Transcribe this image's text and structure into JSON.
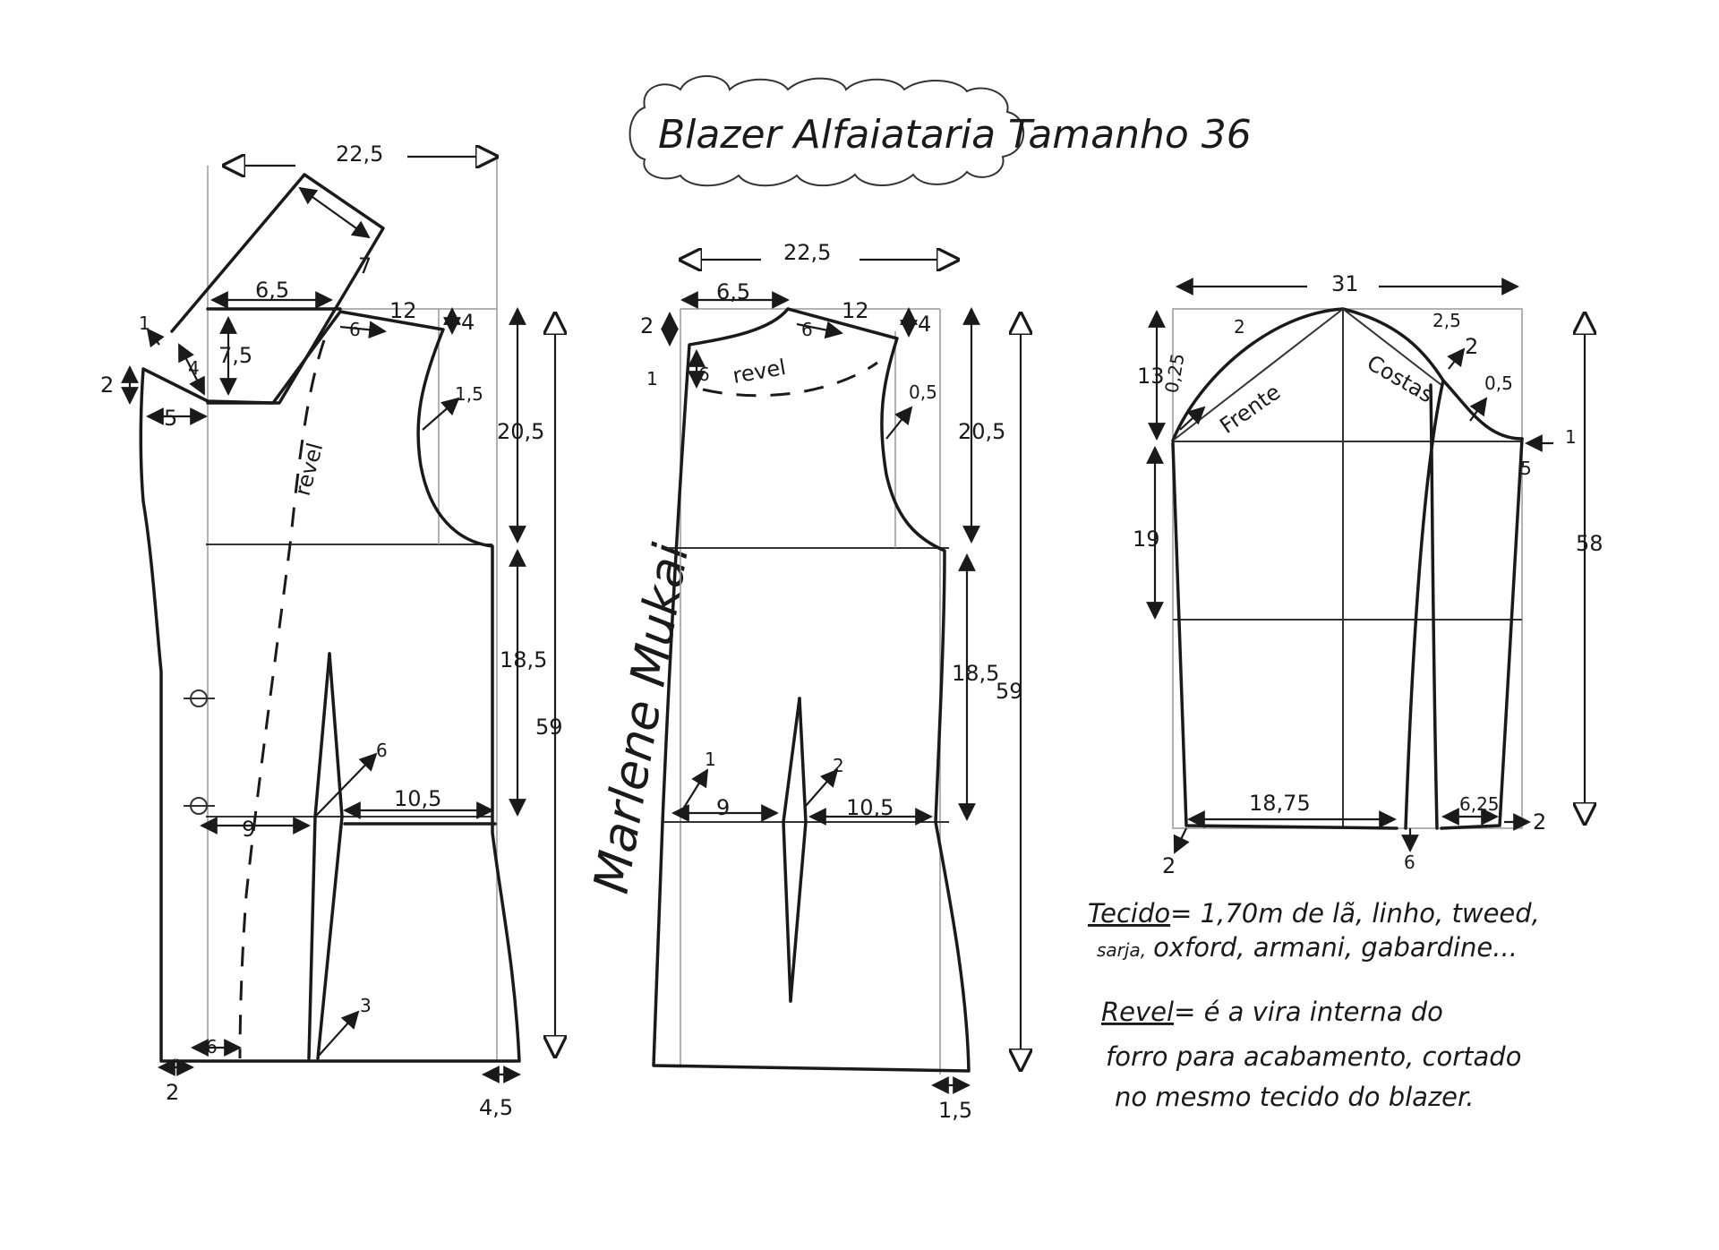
{
  "title": "Blazer Alfaiataria Tamanho 36",
  "signature": "Marlene Mukai",
  "front": {
    "width": "22,5",
    "shoulder_a": "6,5",
    "shoulder_b": "12",
    "neck_drop": "6",
    "lapel_w": "7",
    "shoulder_drop": "4",
    "lapel_h": "7,5",
    "collar_1": "1",
    "collar_4": "4",
    "collar_2": "2",
    "collar_5": "5",
    "armhole": "1,5",
    "armhole_h": "20,5",
    "side_h": "18,5",
    "length": "59",
    "revel": "revel",
    "dart": "6",
    "waist_r": "10,5",
    "waist_l": "9",
    "hem_dart": "3",
    "hem_facing": "6",
    "hem_left": "2",
    "hem_right": "4,5"
  },
  "back": {
    "width": "22,5",
    "neck": "6,5",
    "shoulder": "12",
    "neck_drop": "6",
    "shoulder_drop": "4",
    "left_2": "2",
    "left_1": "1",
    "facing_6": "6",
    "revel": "revel",
    "armhole": "0,5",
    "armhole_h": "20,5",
    "side_h": "18,5",
    "length": "59",
    "dart_l": "1",
    "dart_r": "2",
    "waist_l": "9",
    "waist_r": "10,5",
    "hem": "1,5"
  },
  "sleeve": {
    "width": "31",
    "cap_h": "13",
    "cap_a": "2",
    "cap_b": "0,25",
    "front": "Frente",
    "back": "Costas",
    "back_a": "2,5",
    "back_b": "2",
    "back_c": "0,5",
    "mark_1": "1",
    "mark_5": "5",
    "elbow": "19",
    "length": "58",
    "hem_w": "18,75",
    "hem_w2": "6,25",
    "hem_l": "2",
    "hem_r": "2",
    "hem_mid": "6"
  },
  "notes": {
    "fabric_label": "Tecido",
    "fabric_text_1": "= 1,70m de lã, linho, tweed,",
    "fabric_small": "sarja,",
    "fabric_text_2": "oxford, armani, gabardine...",
    "facing_label": "Revel",
    "facing_text_1": "= é a vira interna do",
    "facing_text_2": "forro para acabamento, cortado",
    "facing_text_3": "no mesmo tecido do blazer."
  }
}
